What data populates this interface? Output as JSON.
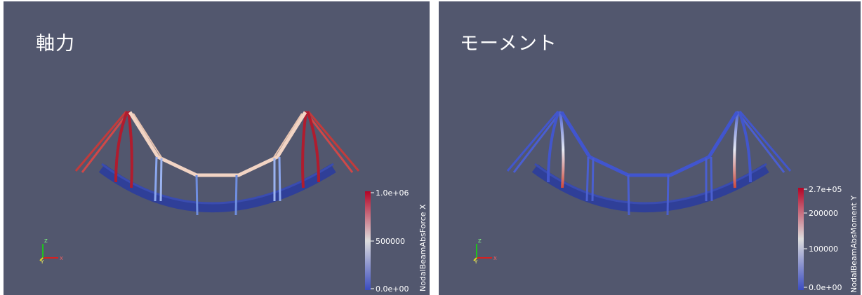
{
  "views": [
    {
      "title": "軸力",
      "legend": {
        "title": "NodalBeamAbsForce X",
        "labels": [
          "1.0e+06",
          "500000",
          "0.0e+00"
        ]
      }
    },
    {
      "title": "モーメント",
      "legend": {
        "title": "NodalBeamAbsMoment Y",
        "labels": [
          "2.7e+05",
          "200000",
          "100000",
          "0.0e+00"
        ]
      }
    }
  ],
  "axes_labels": {
    "x": "X",
    "y": "Y",
    "z": "Z"
  },
  "colors": {
    "background": "#52576e",
    "deck": "#2f3f98",
    "colormap_low": "#3b4cc0",
    "colormap_mid": "#dddddd",
    "colormap_high": "#b40426"
  }
}
